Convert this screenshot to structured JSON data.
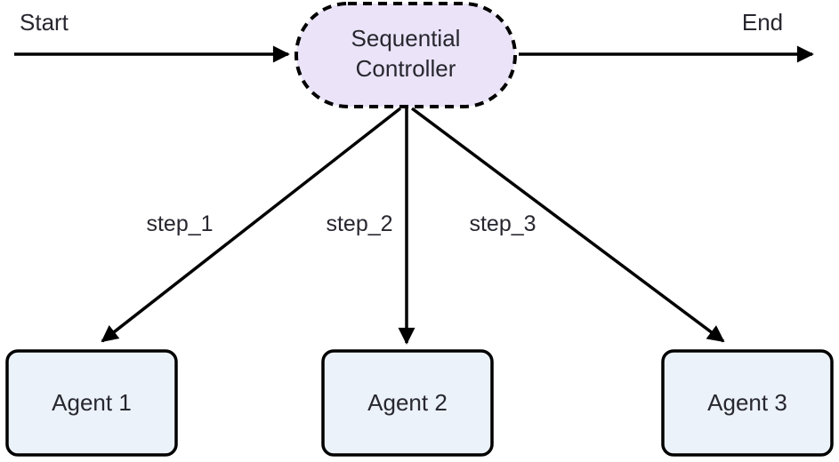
{
  "diagram": {
    "start_label": "Start",
    "end_label": "End",
    "controller": {
      "label_line1": "Sequential",
      "label_line2": "Controller"
    },
    "edges": [
      {
        "label": "step_1"
      },
      {
        "label": "step_2"
      },
      {
        "label": "step_3"
      }
    ],
    "agents": [
      {
        "label": "Agent 1"
      },
      {
        "label": "Agent 2"
      },
      {
        "label": "Agent 3"
      }
    ],
    "colors": {
      "controller_fill": "#EBE3F8",
      "controller_stroke": "#000000",
      "agent_fill": "#ECF2FA",
      "agent_stroke": "#000000",
      "edge_color": "#000000",
      "text_color": "#27272F",
      "background": "#FFFFFF"
    }
  }
}
